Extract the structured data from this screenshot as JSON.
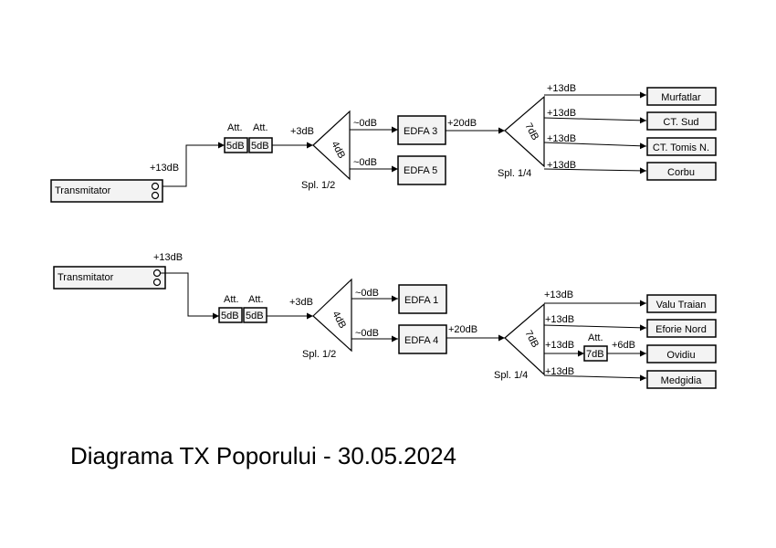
{
  "title": "Diagrama TX Poporului - 30.05.2024",
  "top": {
    "transmitter": "Transmitator",
    "tx_level": "+13dB",
    "att_label_1": "Att.",
    "att_label_2": "Att.",
    "att_value_1": "5dB",
    "att_value_2": "5dB",
    "split_in_level": "+3dB",
    "splitter_loss": "4dB",
    "splitter_name": "Spl. 1/2",
    "out_level_1": "~0dB",
    "out_level_2": "~0dB",
    "amp_1": "EDFA 3",
    "amp_2": "EDFA 5",
    "amp_out_level": "+20dB",
    "splitter4_loss": "7dB",
    "splitter4_name": "Spl. 1/4",
    "dest_levels": [
      "+13dB",
      "+13dB",
      "+13dB",
      "+13dB"
    ],
    "destinations": [
      "Murfatlar",
      "CT. Sud",
      "CT. Tomis N.",
      "Corbu"
    ]
  },
  "bottom": {
    "transmitter": "Transmitator",
    "tx_level": "+13dB",
    "att_label_1": "Att.",
    "att_label_2": "Att.",
    "att_value_1": "5dB",
    "att_value_2": "5dB",
    "split_in_level": "+3dB",
    "splitter_loss": "4dB",
    "splitter_name": "Spl. 1/2",
    "out_level_1": "~0dB",
    "out_level_2": "~0dB",
    "amp_1": "EDFA 1",
    "amp_2": "EDFA 4",
    "amp_out_level": "+20dB",
    "splitter4_loss": "7dB",
    "splitter4_name": "Spl. 1/4",
    "dest_levels": [
      "+13dB",
      "+13dB",
      "+13dB",
      "+13dB"
    ],
    "destinations": [
      "Valu Traian",
      "Eforie Nord",
      "Ovidiu",
      "Medgidia"
    ],
    "extra_att_label": "Att.",
    "extra_att_value": "7dB",
    "extra_att_out": "+6dB"
  }
}
